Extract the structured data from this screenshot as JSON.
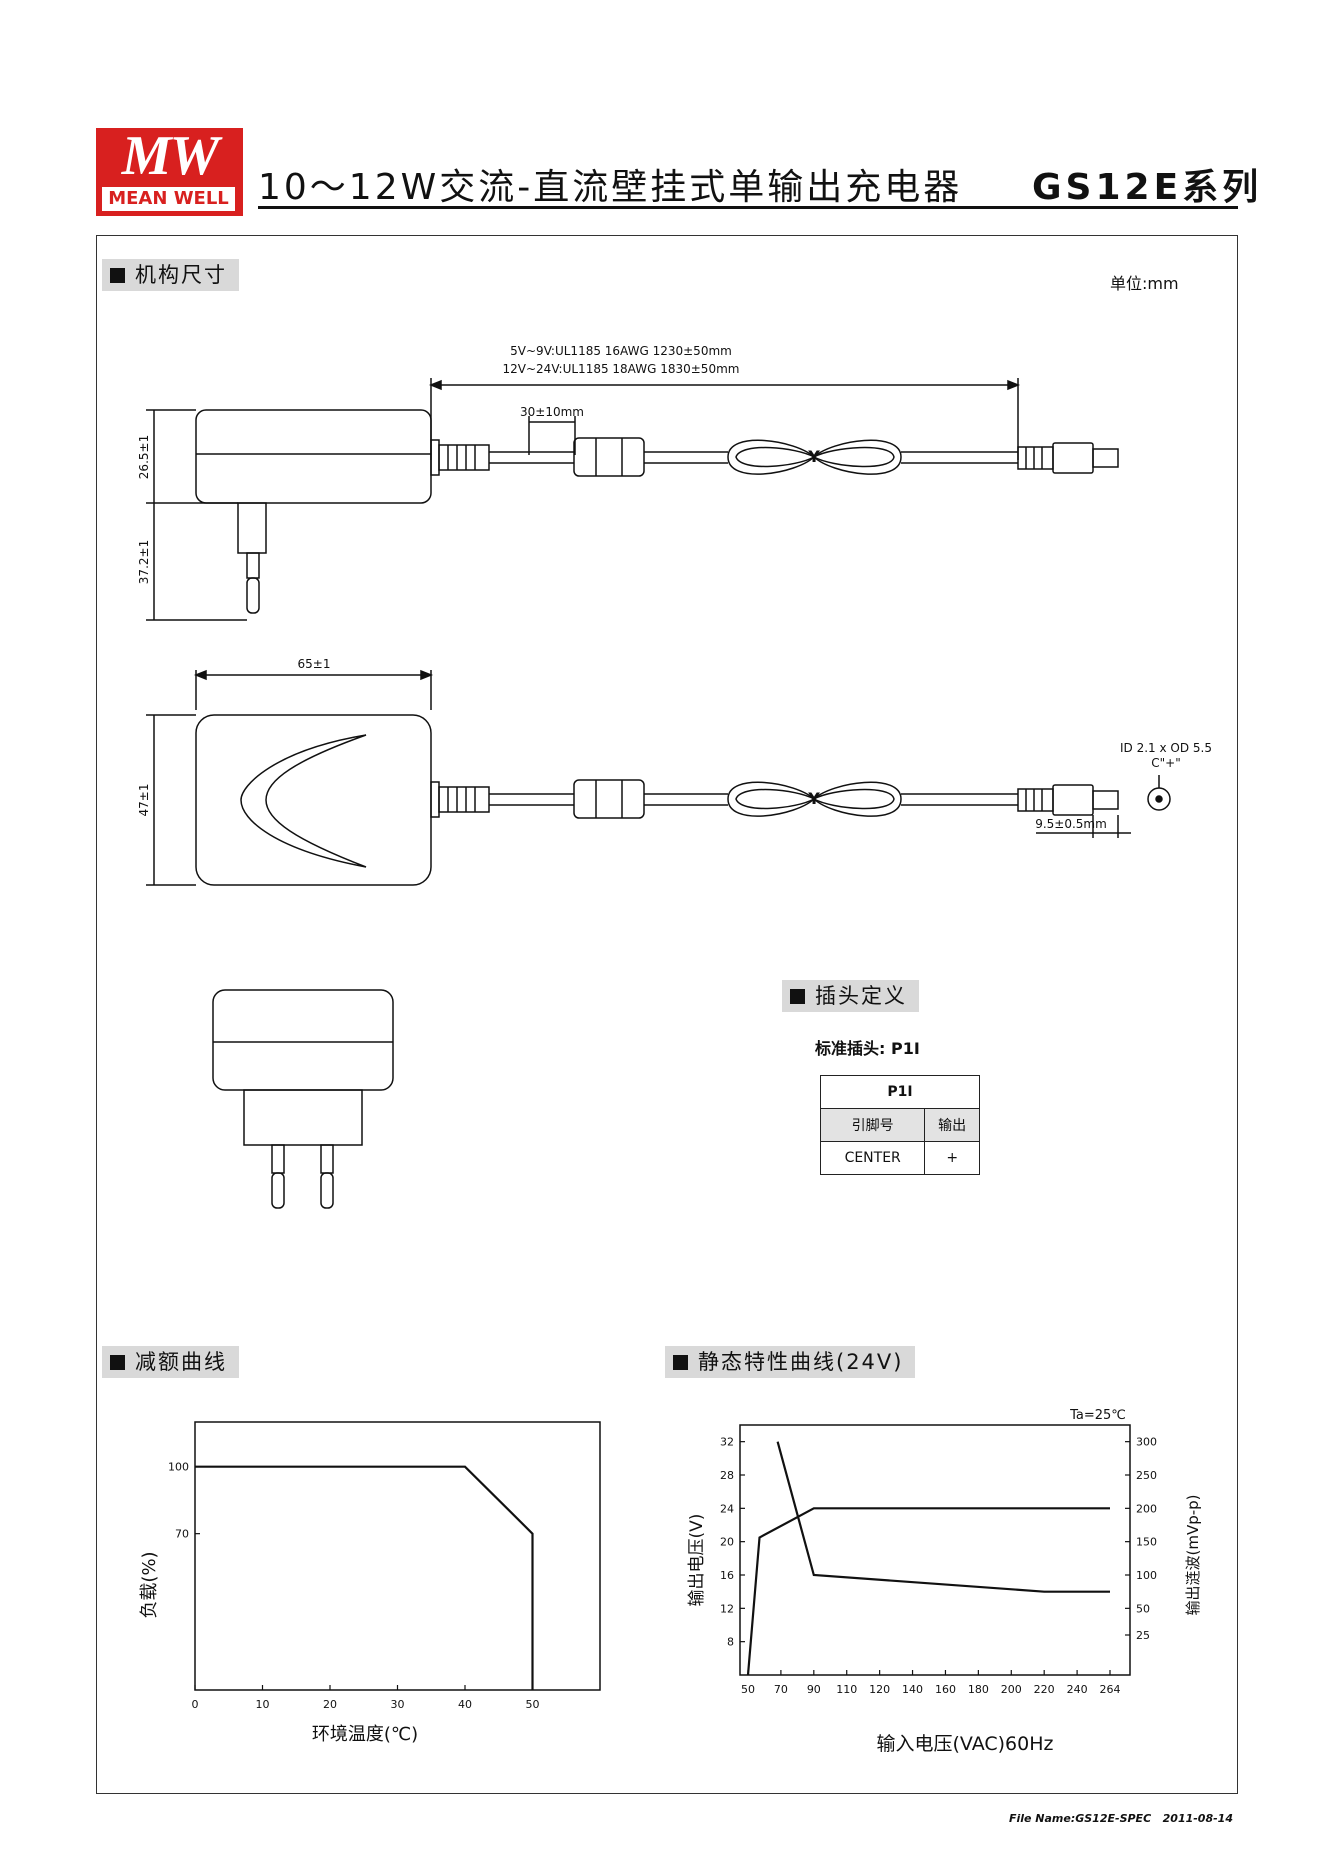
{
  "header": {
    "logo_line1": "MW",
    "logo_line2": "MEAN WELL",
    "title": "10～12W交流-直流壁挂式单输出充电器",
    "series": "GS12E系列"
  },
  "sections": {
    "dimensions": "机构尺寸",
    "unit": "单位:mm",
    "plug": "插头定义",
    "derating": "减额曲线",
    "static": "静态特性曲线(24V)"
  },
  "dimensions": {
    "cable_line1": "5V~9V:UL1185 16AWG 1230±50mm",
    "cable_line2": "12V~24V:UL1185 18AWG 1830±50mm",
    "ferrite_dist": "30±10mm",
    "height_body": "26.5±1",
    "height_pins": "37.2±1",
    "width": "65±1",
    "depth": "47±1",
    "dc_plug": "ID 2.1 x OD 5.5",
    "polarity": "C\"+\"",
    "plug_len": "9.5±0.5mm",
    "knot": "Y"
  },
  "plug_def": {
    "standard": "标准插头: P1I",
    "table_title": "P1I",
    "col1": "引脚号",
    "col2": "输出",
    "row_pin": "CENTER",
    "row_out": "+"
  },
  "chart_data": [
    {
      "type": "line",
      "xlabel": "环境温度(℃)",
      "ylabel": "负载(%)",
      "x_ticks": [
        0,
        10,
        20,
        30,
        40,
        50
      ],
      "y_ticks": [
        100,
        70
      ],
      "xlim": [
        0,
        60
      ],
      "ylim": [
        0,
        120
      ],
      "series": [
        {
          "x": [
            0,
            40,
            50,
            50
          ],
          "y": [
            100,
            100,
            70,
            0
          ]
        }
      ]
    },
    {
      "type": "line",
      "annotation": "Ta=25℃",
      "xlabel": "输入电压(VAC)60Hz",
      "ylabel": "输出电压(V)",
      "y2label": "输出涟波(mVp-p)",
      "x_ticks": [
        "50",
        "70",
        "90",
        "110",
        "120",
        "140",
        "160",
        "180",
        "200",
        "220",
        "240",
        "264"
      ],
      "y_ticks": [
        8,
        12,
        16,
        20,
        24,
        28,
        32
      ],
      "y2_ticks": [
        25,
        50,
        100,
        150,
        200,
        250,
        300
      ],
      "series": [
        {
          "x_index": [
            0,
            0.35,
            2,
            11
          ],
          "y": [
            0,
            20.5,
            24,
            24
          ]
        },
        {
          "x_index": [
            0.9,
            2,
            9,
            11
          ],
          "y": [
            32,
            16,
            14,
            14
          ]
        }
      ]
    }
  ],
  "footer": "File Name:GS12E-SPEC   2011-08-14"
}
